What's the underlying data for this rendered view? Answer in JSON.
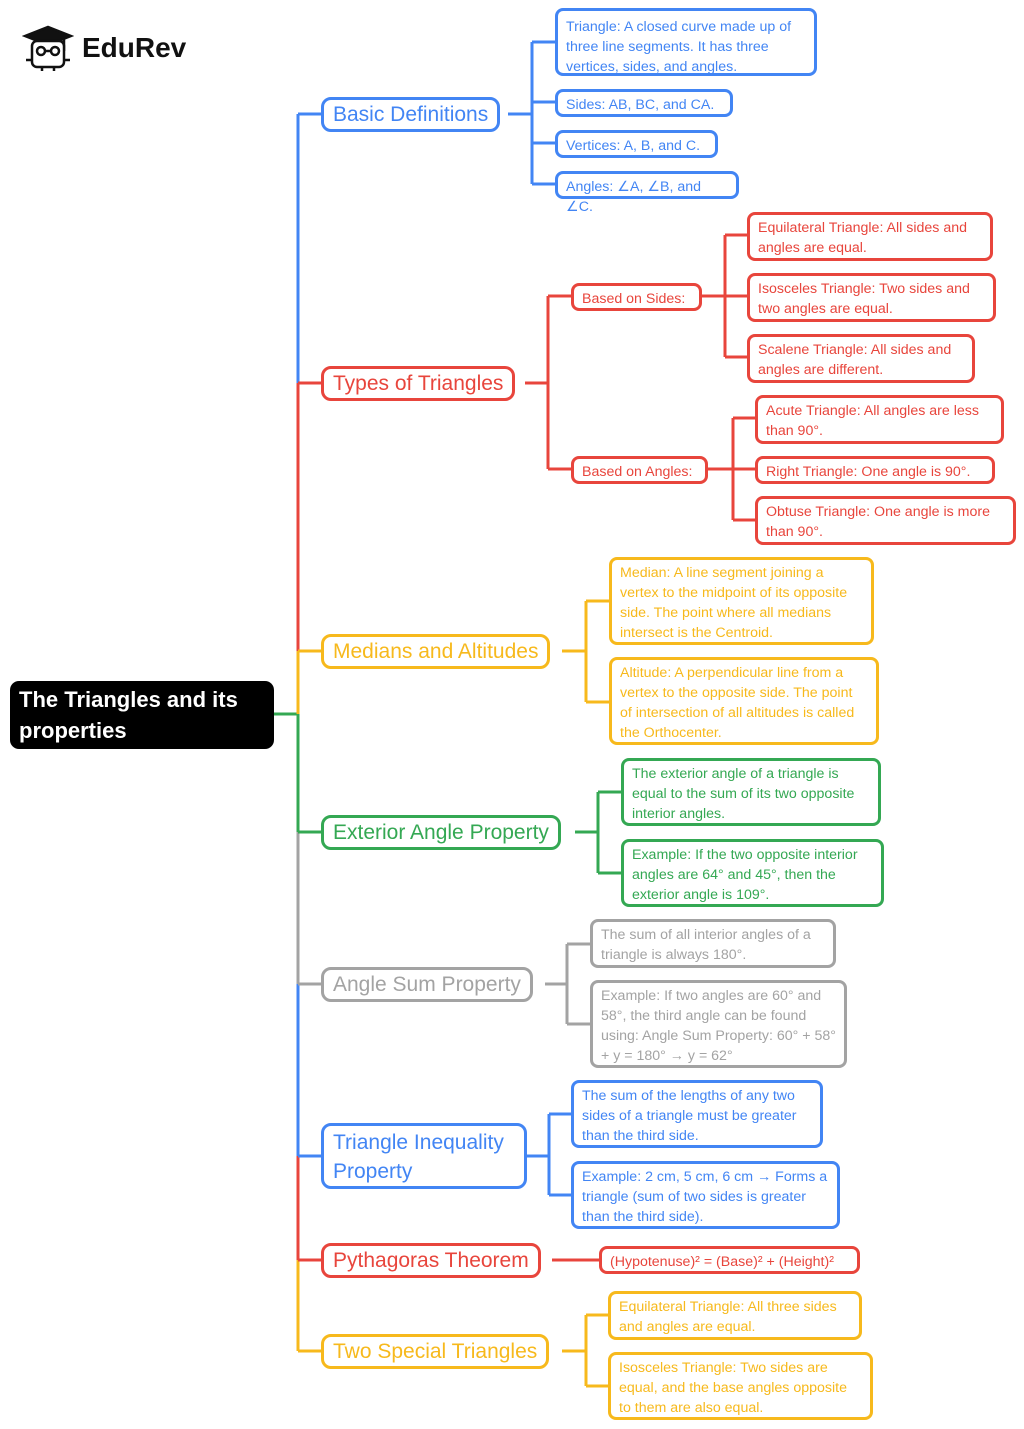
{
  "brand": {
    "name": "EduRev",
    "icon": "graduation-cap-icon"
  },
  "root": {
    "title": "The Triangles and its properties"
  },
  "colors": {
    "blue": "#4285f4",
    "red": "#e8453c",
    "yellow": "#f7b91c",
    "green": "#34a853",
    "gray": "#a3a3a3",
    "root_bg": "#000000"
  },
  "branches": {
    "basic": {
      "title": "Basic Definitions",
      "items": [
        "Triangle: A closed curve made up of three line segments. It has three vertices, sides, and angles.",
        "Sides: AB, BC, and CA.",
        "Vertices: A, B, and C.",
        "Angles: ∠A, ∠B, and ∠C."
      ]
    },
    "types": {
      "title": "Types of Triangles",
      "sides": {
        "label": "Based on Sides:",
        "items": [
          "Equilateral Triangle: All sides and angles are equal.",
          "Isosceles Triangle: Two sides and two angles are equal.",
          "Scalene Triangle: All sides and angles are different."
        ]
      },
      "angles": {
        "label": "Based on Angles:",
        "items": [
          "Acute Triangle: All angles are less than 90°.",
          "Right Triangle: One angle is 90°.",
          "Obtuse Triangle: One angle is more than 90°."
        ]
      }
    },
    "medians": {
      "title": "Medians and Altitudes",
      "items": [
        "Median: A line segment joining a vertex to the midpoint of its opposite side. The point where all medians intersect is the Centroid.",
        "Altitude: A perpendicular line from a vertex to the opposite side. The point of intersection of all altitudes is called the Orthocenter."
      ]
    },
    "exterior": {
      "title": "Exterior Angle Property",
      "items": [
        "The exterior angle of a triangle is equal to the sum of its two opposite interior angles.",
        "Example: If the two opposite interior angles are 64° and 45°, then the exterior angle is 109°."
      ]
    },
    "anglesum": {
      "title": "Angle Sum Property",
      "items": [
        "The sum of all interior angles of a triangle is always 180°.",
        "Example: If two angles are 60° and 58°, the third angle can be found using: Angle Sum Property: 60° + 58° + y = 180° → y = 62°"
      ]
    },
    "inequality": {
      "title": "Triangle Inequality Property",
      "items": [
        "The sum of the lengths of any two sides of a triangle must be greater than the third side.",
        "Example: 2 cm, 5 cm, 6 cm → Forms a triangle (sum of two sides is greater than the third side)."
      ]
    },
    "pythagoras": {
      "title": "Pythagoras Theorem",
      "items": [
        "(Hypotenuse)² = (Base)² + (Height)²"
      ]
    },
    "special": {
      "title": "Two Special Triangles",
      "items": [
        "Equilateral Triangle: All three sides and angles are equal.",
        "Isosceles Triangle: Two sides are equal, and the base angles opposite to them are also equal."
      ]
    }
  }
}
